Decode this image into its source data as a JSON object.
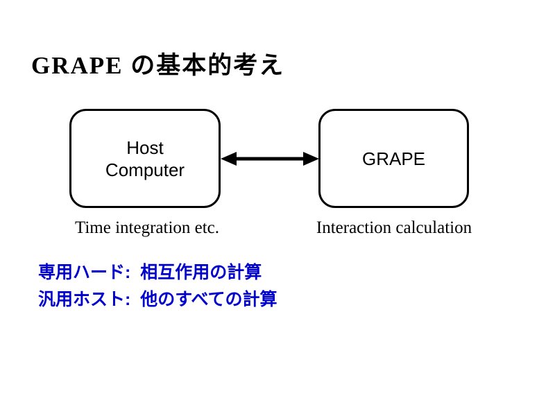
{
  "slide": {
    "title": "GRAPE の基本的考え"
  },
  "diagram": {
    "host_box": {
      "line1": "Host",
      "line2": "Computer"
    },
    "grape_box": {
      "label": "GRAPE"
    },
    "connector": {
      "icon": "bidirectional-arrow"
    },
    "host_caption": "Time integration etc.",
    "grape_caption": "Interaction calculation"
  },
  "notes": {
    "line1": "専用ハード:  相互作用の計算",
    "line2": "汎用ホスト:  他のすべての計算"
  },
  "colors": {
    "text": "#000000",
    "note_blue": "#0000CC",
    "box_border": "#000000",
    "background": "#FFFFFF"
  }
}
